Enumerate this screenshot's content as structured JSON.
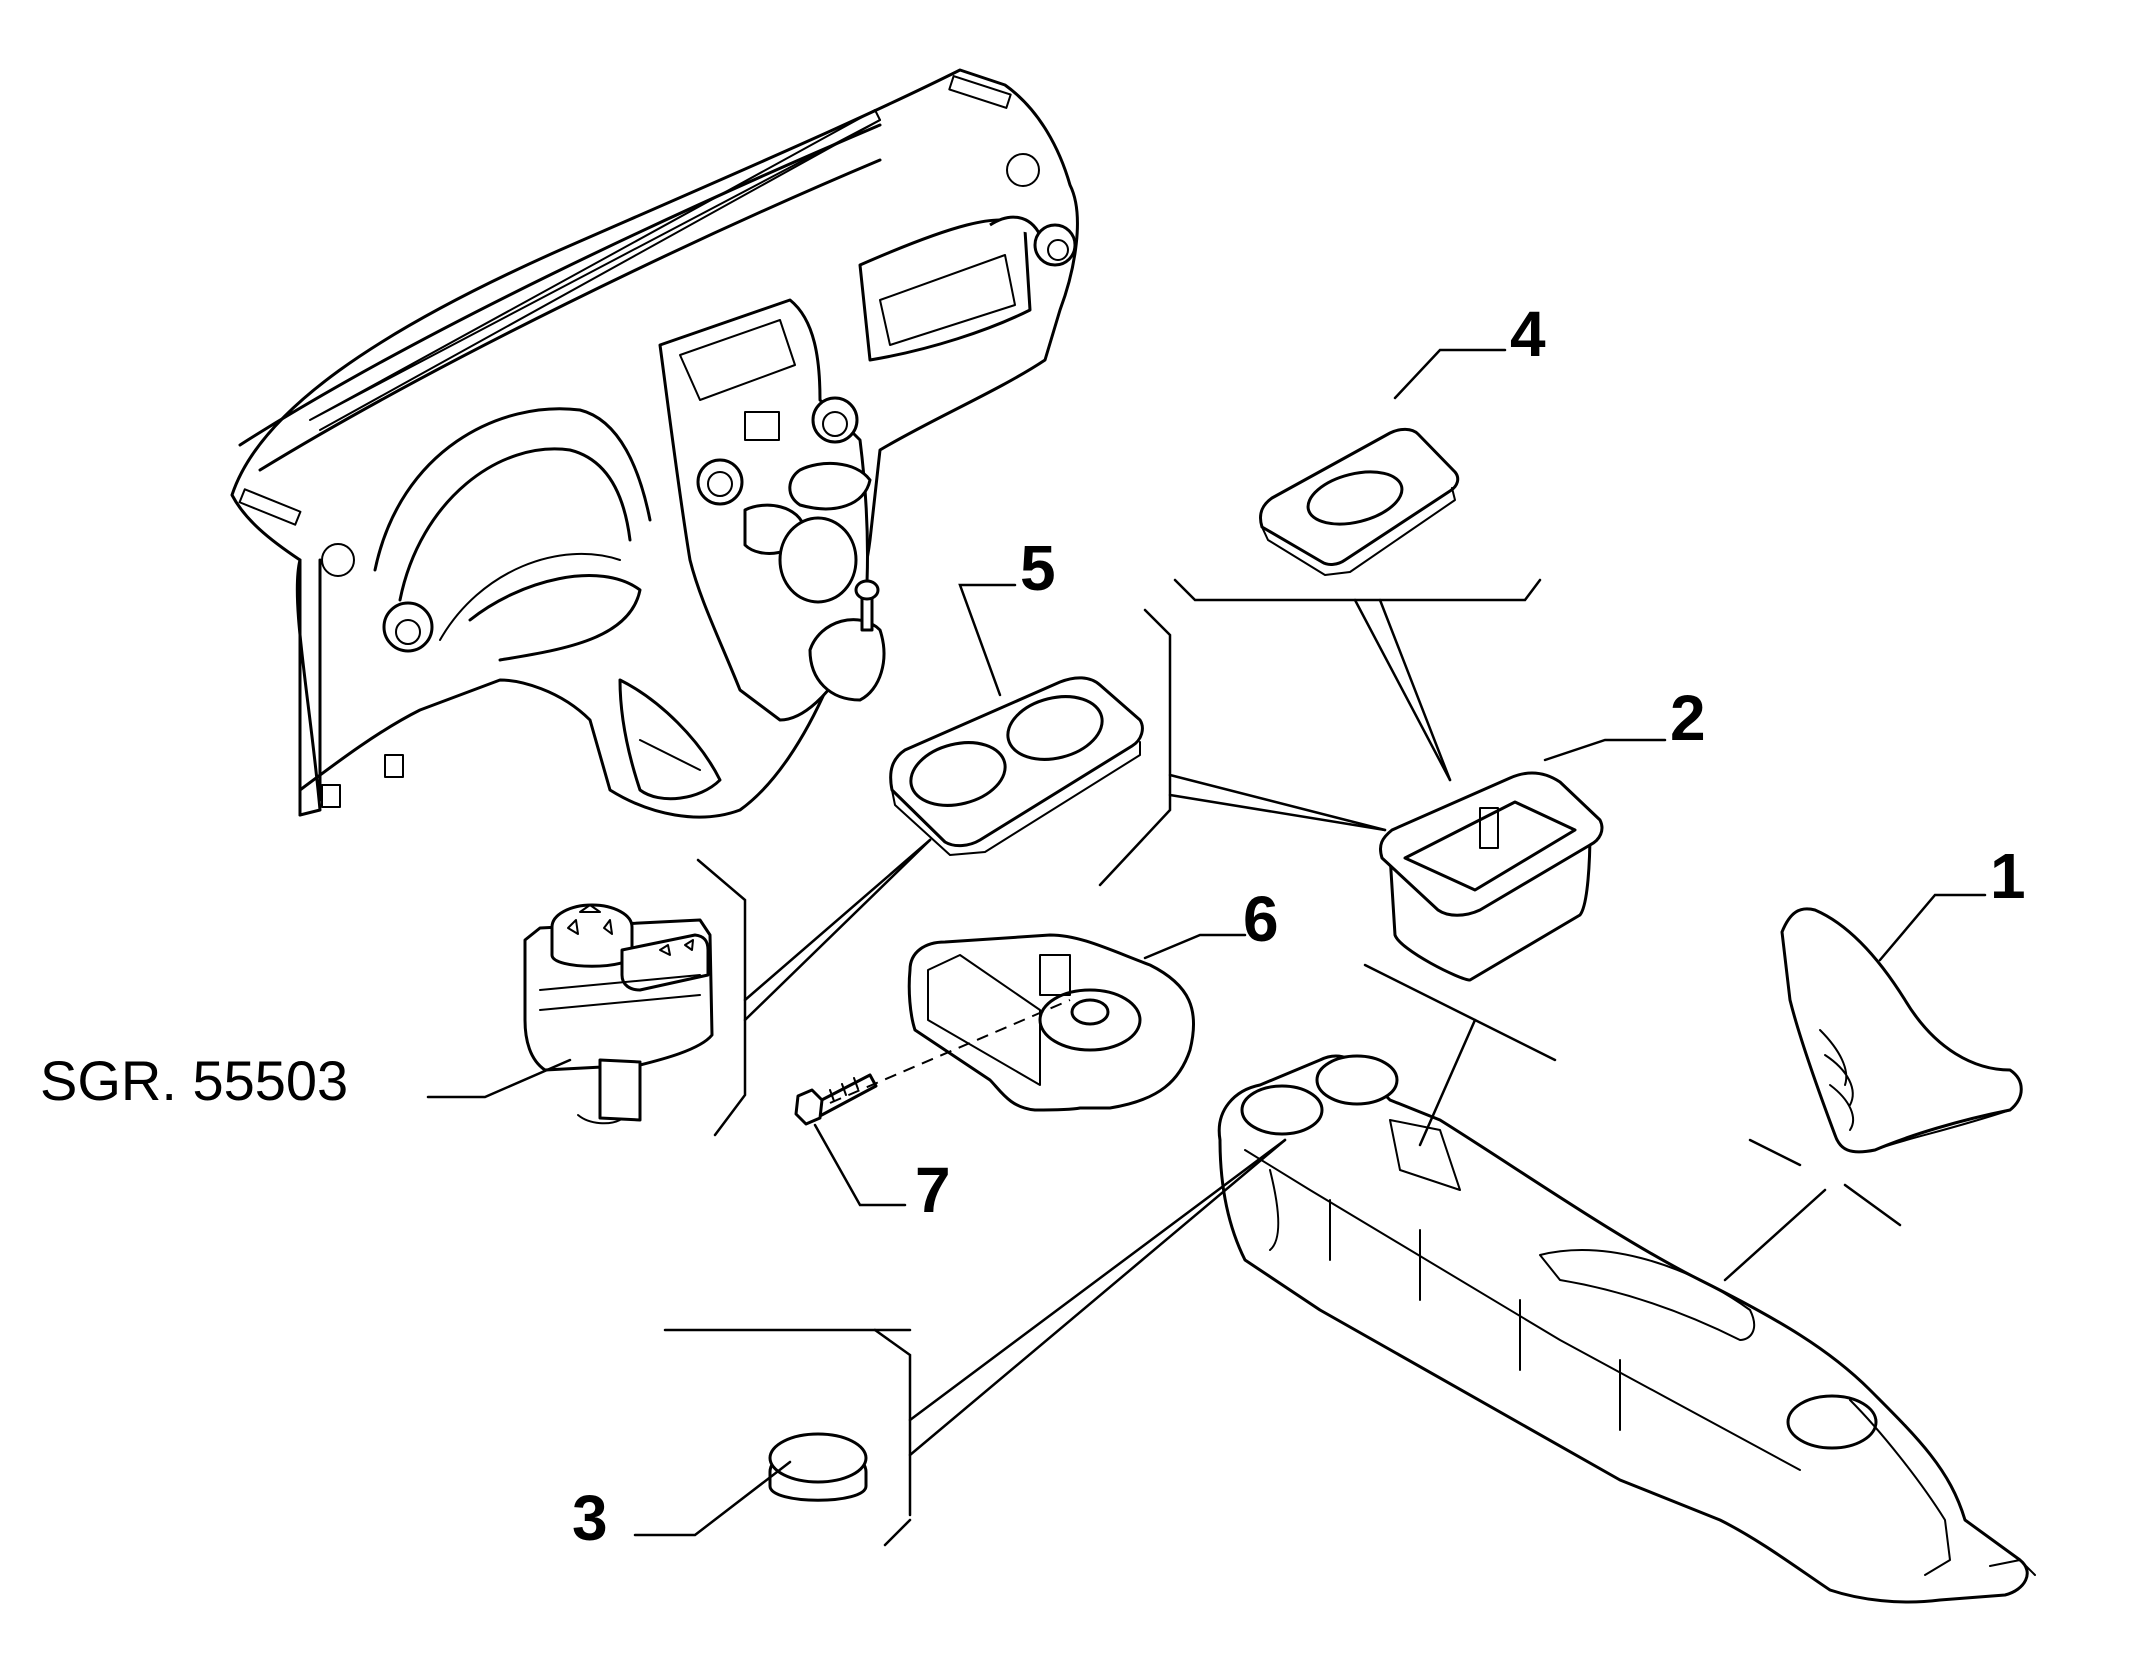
{
  "callouts": {
    "c1": "1",
    "c2": "2",
    "c3": "3",
    "c4": "4",
    "c5": "5",
    "c6": "6",
    "c7": "7"
  },
  "reference": "SGR. 55503"
}
